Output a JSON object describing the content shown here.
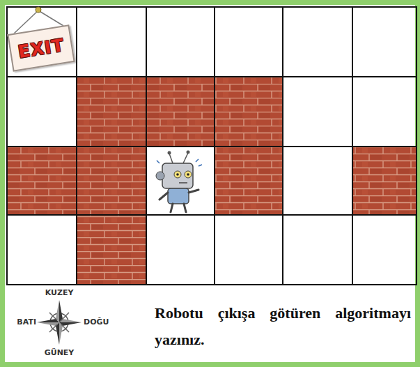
{
  "diagram": {
    "nodes": [
      {
        "text": [
          "EXIT"
        ]
      }
    ],
    "labels": [
      "KUZEY",
      "BATI",
      "DOĞU",
      "GÜNEY",
      "Robotu çıkışa götüren algoritmayı yazınız."
    ]
  }
}
